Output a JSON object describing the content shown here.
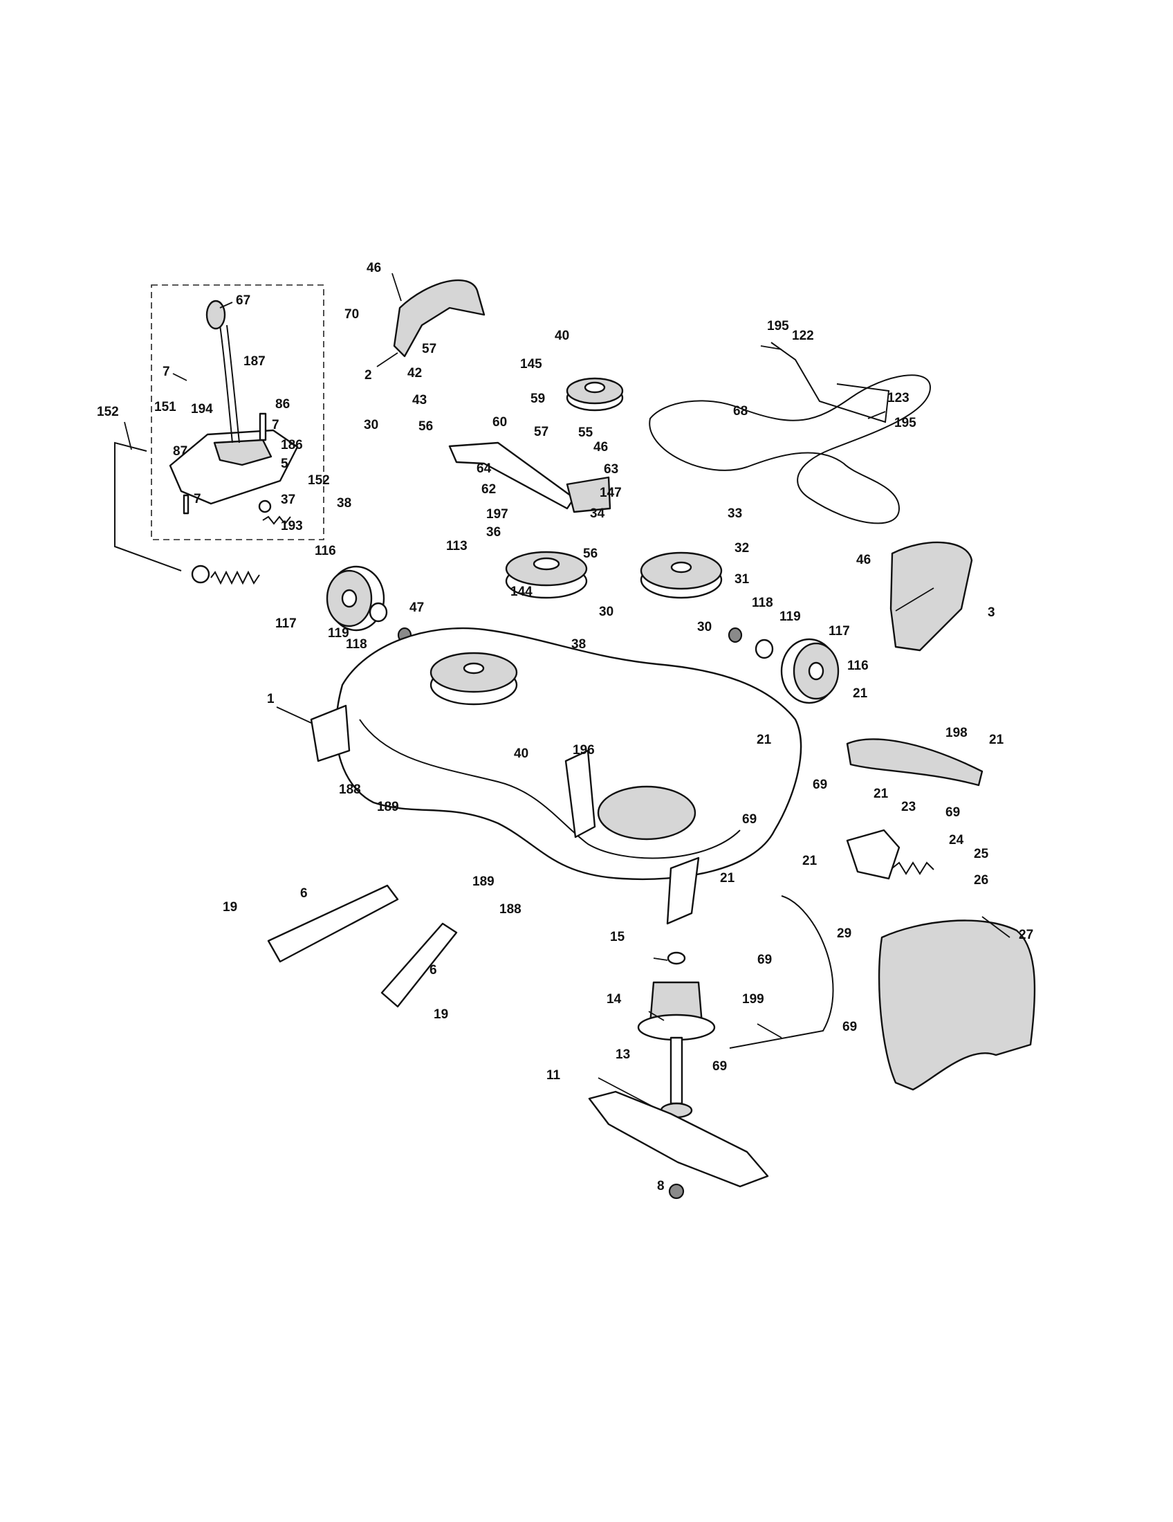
{
  "diagram": {
    "callouts": [
      {
        "id": "c-46-a",
        "label": "46"
      },
      {
        "id": "c-2",
        "label": "2"
      },
      {
        "id": "c-67",
        "label": "67"
      },
      {
        "id": "c-70",
        "label": "70"
      },
      {
        "id": "c-187",
        "label": "187"
      },
      {
        "id": "c-7-a",
        "label": "7"
      },
      {
        "id": "c-86",
        "label": "86"
      },
      {
        "id": "c-7-b",
        "label": "7"
      },
      {
        "id": "c-152-a",
        "label": "152"
      },
      {
        "id": "c-151",
        "label": "151"
      },
      {
        "id": "c-194",
        "label": "194"
      },
      {
        "id": "c-186",
        "label": "186"
      },
      {
        "id": "c-87",
        "label": "87"
      },
      {
        "id": "c-5",
        "label": "5"
      },
      {
        "id": "c-152-b",
        "label": "152"
      },
      {
        "id": "c-7-c",
        "label": "7"
      },
      {
        "id": "c-37",
        "label": "37"
      },
      {
        "id": "c-193",
        "label": "193"
      },
      {
        "id": "c-57-a",
        "label": "57"
      },
      {
        "id": "c-42",
        "label": "42"
      },
      {
        "id": "c-43",
        "label": "43"
      },
      {
        "id": "c-56-a",
        "label": "56"
      },
      {
        "id": "c-60",
        "label": "60"
      },
      {
        "id": "c-64",
        "label": "64"
      },
      {
        "id": "c-30-a",
        "label": "30"
      },
      {
        "id": "c-38-a",
        "label": "38"
      },
      {
        "id": "c-40-a",
        "label": "40"
      },
      {
        "id": "c-145",
        "label": "145"
      },
      {
        "id": "c-59",
        "label": "59"
      },
      {
        "id": "c-57-b",
        "label": "57"
      },
      {
        "id": "c-55",
        "label": "55"
      },
      {
        "id": "c-46-b",
        "label": "46"
      },
      {
        "id": "c-63",
        "label": "63"
      },
      {
        "id": "c-62",
        "label": "62"
      },
      {
        "id": "c-147",
        "label": "147"
      },
      {
        "id": "c-34",
        "label": "34"
      },
      {
        "id": "c-197",
        "label": "197"
      },
      {
        "id": "c-56-b",
        "label": "56"
      },
      {
        "id": "c-36",
        "label": "36"
      },
      {
        "id": "c-195-a",
        "label": "195"
      },
      {
        "id": "c-122",
        "label": "122"
      },
      {
        "id": "c-68",
        "label": "68"
      },
      {
        "id": "c-123",
        "label": "123"
      },
      {
        "id": "c-195-b",
        "label": "195"
      },
      {
        "id": "c-33",
        "label": "33"
      },
      {
        "id": "c-32",
        "label": "32"
      },
      {
        "id": "c-31",
        "label": "31"
      },
      {
        "id": "c-46-c",
        "label": "46"
      },
      {
        "id": "c-3",
        "label": "3"
      },
      {
        "id": "c-116-a",
        "label": "116"
      },
      {
        "id": "c-117-a",
        "label": "117"
      },
      {
        "id": "c-119-a",
        "label": "119"
      },
      {
        "id": "c-118-a",
        "label": "118"
      },
      {
        "id": "c-113",
        "label": "113"
      },
      {
        "id": "c-47",
        "label": "47"
      },
      {
        "id": "c-144",
        "label": "144"
      },
      {
        "id": "c-30-b",
        "label": "30"
      },
      {
        "id": "c-30-c",
        "label": "30"
      },
      {
        "id": "c-38-b",
        "label": "38"
      },
      {
        "id": "c-118-b",
        "label": "118"
      },
      {
        "id": "c-119-b",
        "label": "119"
      },
      {
        "id": "c-117-b",
        "label": "117"
      },
      {
        "id": "c-116-b",
        "label": "116"
      },
      {
        "id": "c-1",
        "label": "1"
      },
      {
        "id": "c-188-a",
        "label": "188"
      },
      {
        "id": "c-189-a",
        "label": "189"
      },
      {
        "id": "c-40-b",
        "label": "40"
      },
      {
        "id": "c-196",
        "label": "196"
      },
      {
        "id": "c-21-a",
        "label": "21"
      },
      {
        "id": "c-21-b",
        "label": "21"
      },
      {
        "id": "c-198",
        "label": "198"
      },
      {
        "id": "c-21-c",
        "label": "21"
      },
      {
        "id": "c-69-a",
        "label": "69"
      },
      {
        "id": "c-69-b",
        "label": "69"
      },
      {
        "id": "c-21-d",
        "label": "21"
      },
      {
        "id": "c-23",
        "label": "23"
      },
      {
        "id": "c-69-c",
        "label": "69"
      },
      {
        "id": "c-24",
        "label": "24"
      },
      {
        "id": "c-25",
        "label": "25"
      },
      {
        "id": "c-21-e",
        "label": "21"
      },
      {
        "id": "c-21-f",
        "label": "21"
      },
      {
        "id": "c-189-b",
        "label": "189"
      },
      {
        "id": "c-188-b",
        "label": "188"
      },
      {
        "id": "c-26",
        "label": "26"
      },
      {
        "id": "c-6-a",
        "label": "6"
      },
      {
        "id": "c-19-a",
        "label": "19"
      },
      {
        "id": "c-6-b",
        "label": "6"
      },
      {
        "id": "c-19-b",
        "label": "19"
      },
      {
        "id": "c-15",
        "label": "15"
      },
      {
        "id": "c-29",
        "label": "29"
      },
      {
        "id": "c-27",
        "label": "27"
      },
      {
        "id": "c-69-d",
        "label": "69"
      },
      {
        "id": "c-14",
        "label": "14"
      },
      {
        "id": "c-199",
        "label": "199"
      },
      {
        "id": "c-69-e",
        "label": "69"
      },
      {
        "id": "c-13",
        "label": "13"
      },
      {
        "id": "c-69-f",
        "label": "69"
      },
      {
        "id": "c-11",
        "label": "11"
      },
      {
        "id": "c-8",
        "label": "8"
      }
    ]
  }
}
